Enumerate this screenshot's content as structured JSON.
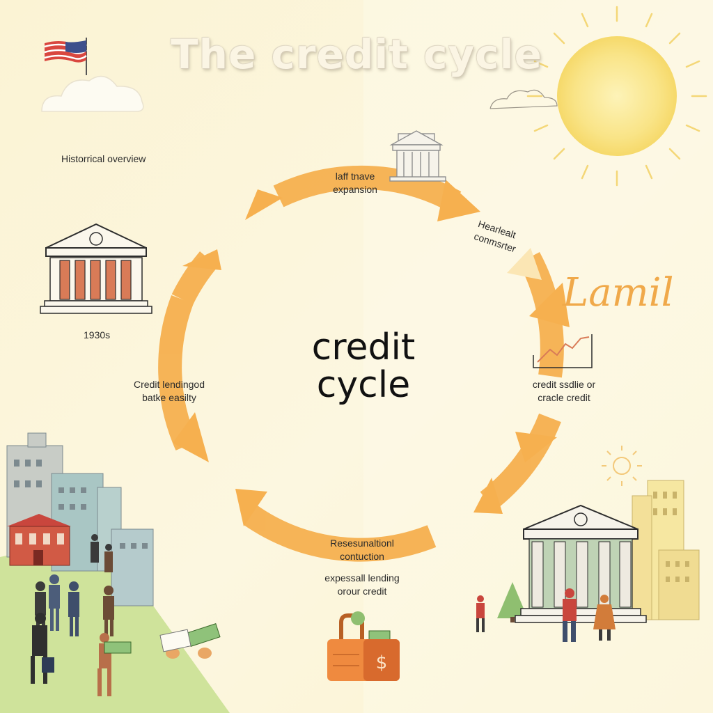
{
  "title": "The credit cycle",
  "hub": {
    "line1": "credit",
    "line2": "cycle"
  },
  "labels": {
    "historical": "Historrical overview",
    "decade": "1930s",
    "expansion_1": "laff tnave",
    "expansion_2": "expansion",
    "upper_right_1": "Hearlealt",
    "upper_right_2": "conmsrter",
    "script_word": "Lamil",
    "right_1": "credit ssdlie or",
    "right_2": "cracle credit",
    "left_1": "Credit lendingod",
    "left_2": "batke easilty",
    "bottom_1": "Resesunaltionl",
    "bottom_2": "contuction",
    "below_1": "expessall lending",
    "below_2": "orour credit"
  },
  "colors": {
    "background": "#fbf5d9",
    "arrow": "#f6b04f",
    "sun": "#f8e07a",
    "hill": "#cfe39b"
  }
}
